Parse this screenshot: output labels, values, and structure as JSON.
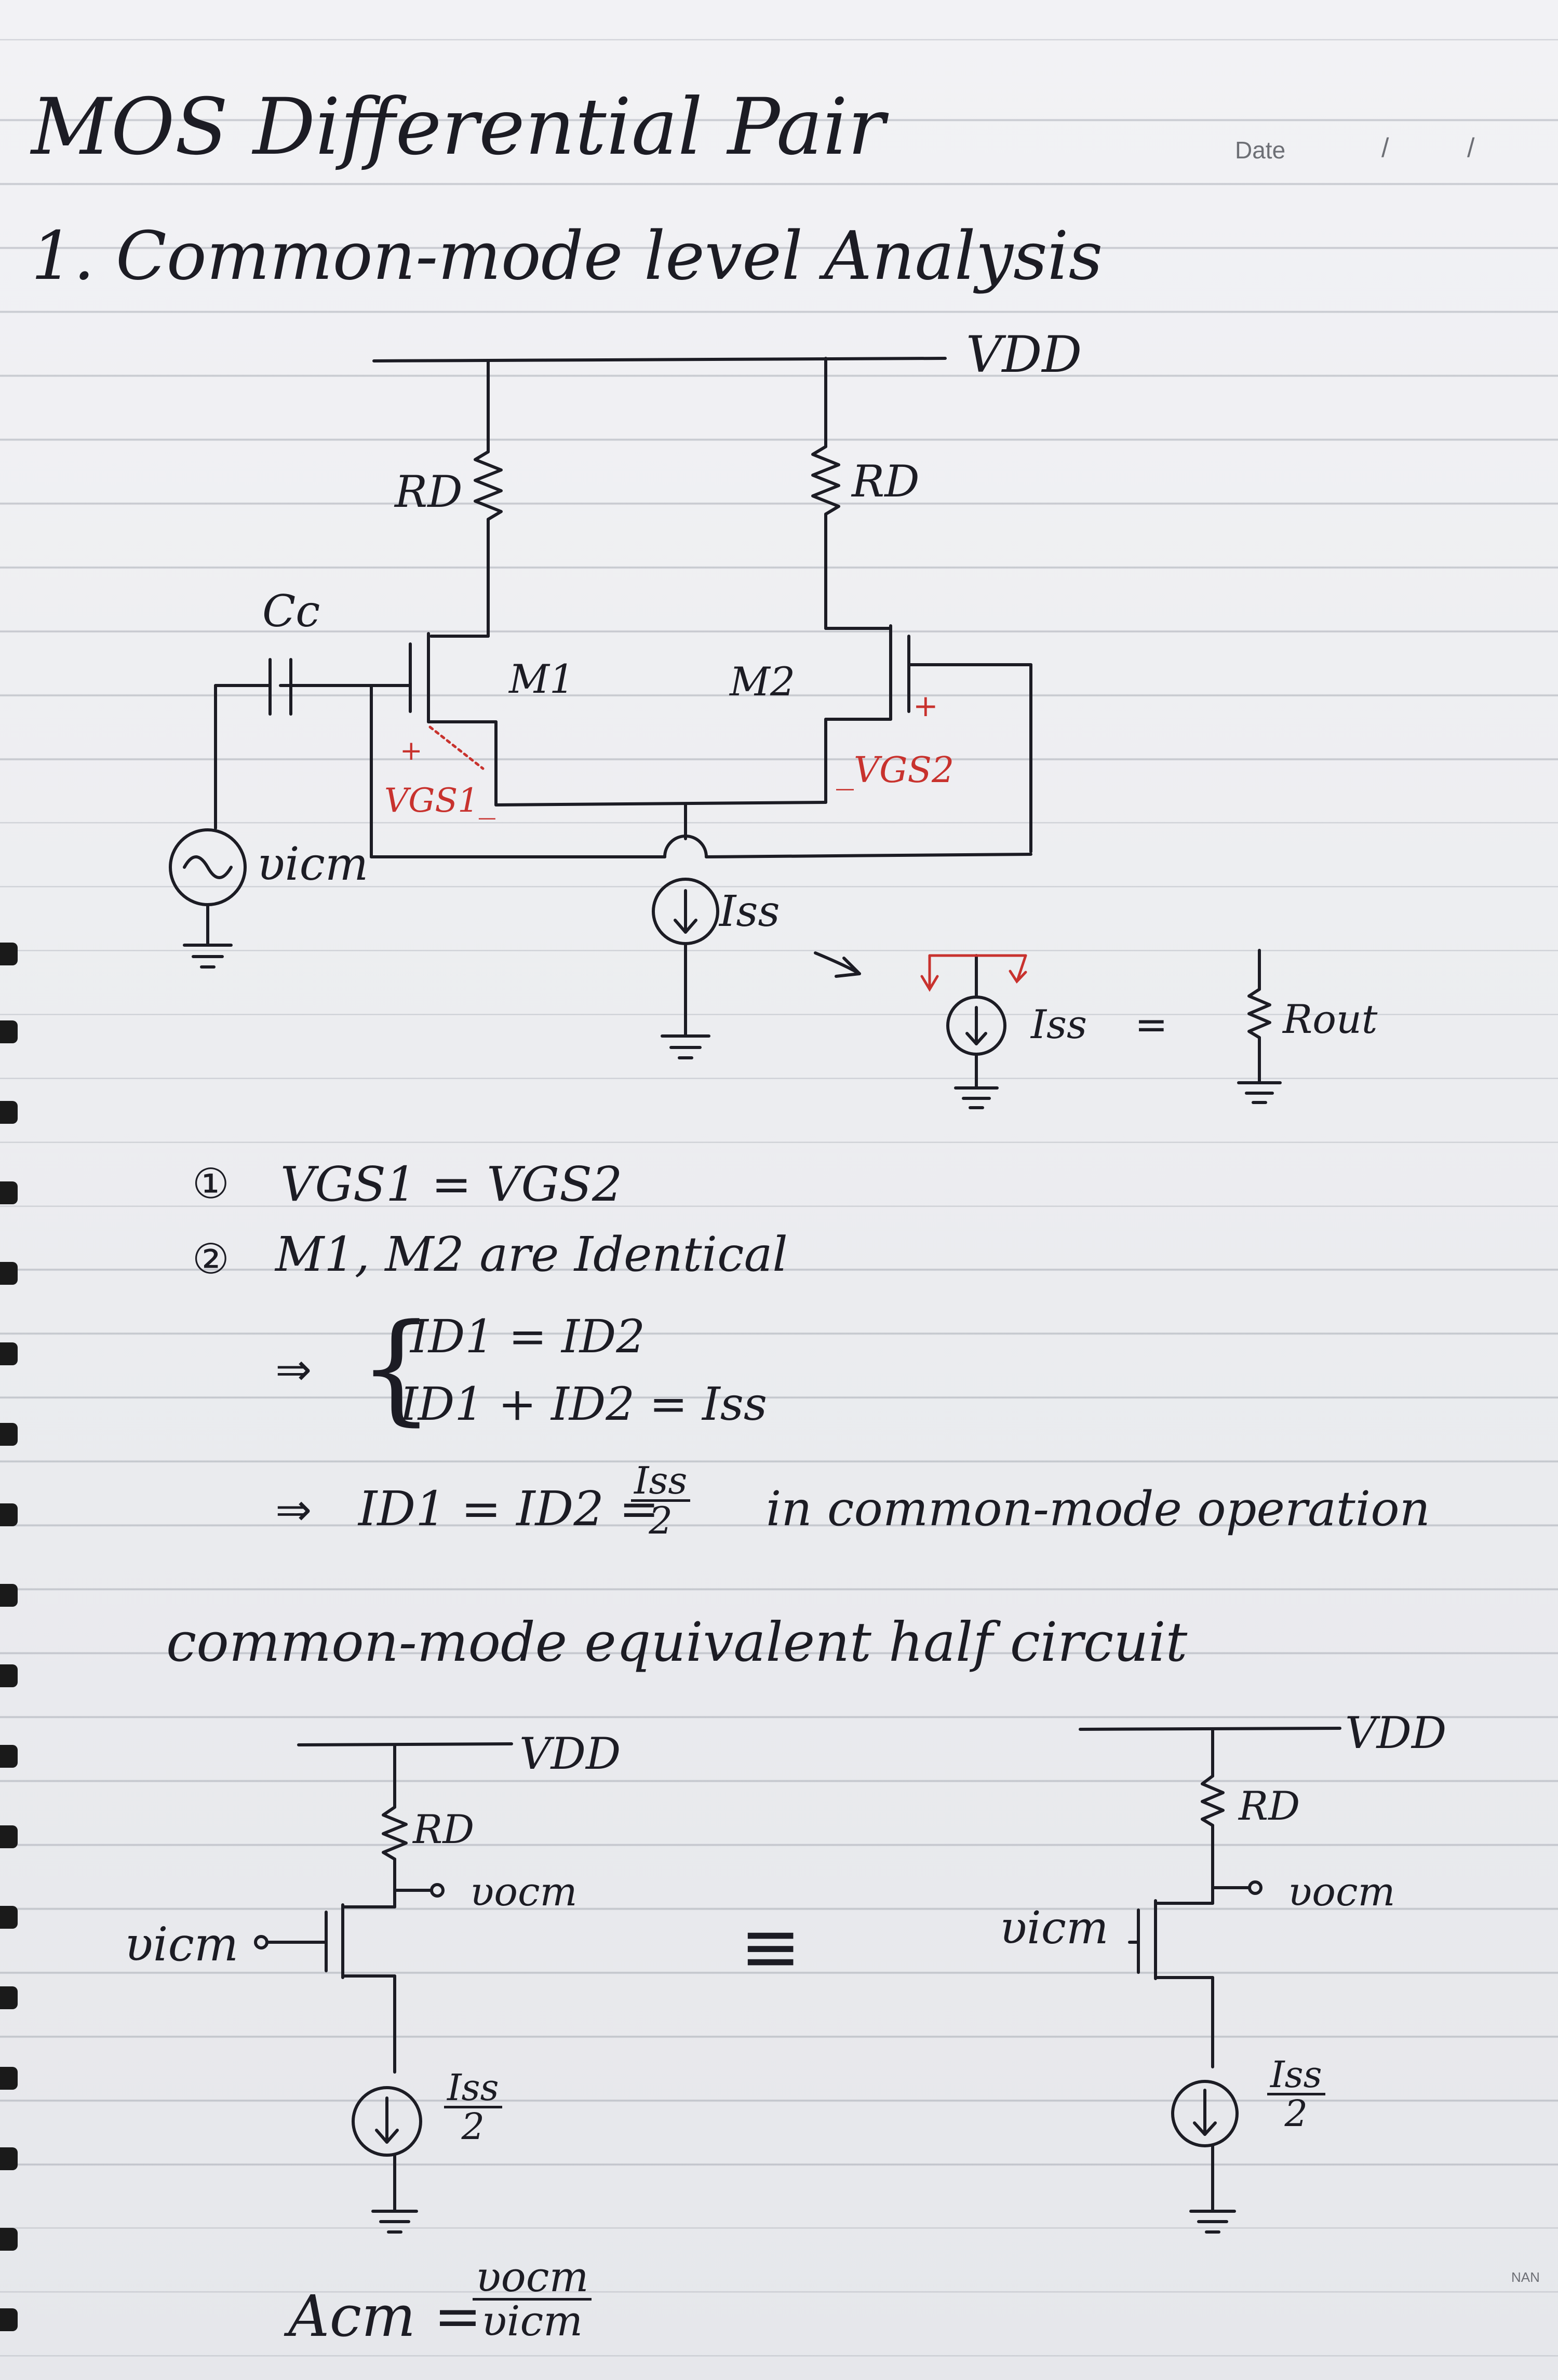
{
  "header": {
    "title": "MOS Differential Pair",
    "date_label": "Date",
    "date_separators": [
      "/",
      "/"
    ]
  },
  "section1": {
    "heading": "1. Common-mode level Analysis"
  },
  "circuit1": {
    "vdd": "VDD",
    "rd_left": "RD",
    "rd_right": "RD",
    "cc": "Cc",
    "m1": "M1",
    "m2": "M2",
    "vgs1_plus": "+",
    "vgs1": "VGS1_",
    "vgs2_plus": "+",
    "vgs2": "_VGS2",
    "source": "υicm",
    "iss": "Iss"
  },
  "equivalence": {
    "iss": "Iss",
    "equals": "=",
    "rout": "Rout"
  },
  "conditions": {
    "c1_marker": "①",
    "c1": "VGS1 = VGS2",
    "c2_marker": "②",
    "c2": "M1, M2 are Identical",
    "implies1": "⇒",
    "eq1": "ID1 = ID2",
    "eq2": "ID1 + ID2 = Iss",
    "implies2": "⇒",
    "result_lhs": "ID1 = ID2 =",
    "result_num": "Iss",
    "result_den": "2",
    "result_tail": "in common-mode operation"
  },
  "half_circuit": {
    "heading": "common-mode equivalent half circuit",
    "left": {
      "vdd": "VDD",
      "rd": "RD",
      "vout": "υocm",
      "vin": "υicm",
      "iss_num": "Iss",
      "iss_den": "2"
    },
    "equiv": "≡",
    "right": {
      "vdd": "VDD",
      "rd": "RD",
      "vout": "υocm",
      "vin": "υicm",
      "iss_num": "Iss",
      "iss_den": "2"
    }
  },
  "gain": {
    "lhs": "Acm =",
    "num": "υocm",
    "den": "υicm"
  },
  "corner_print": "NAN"
}
